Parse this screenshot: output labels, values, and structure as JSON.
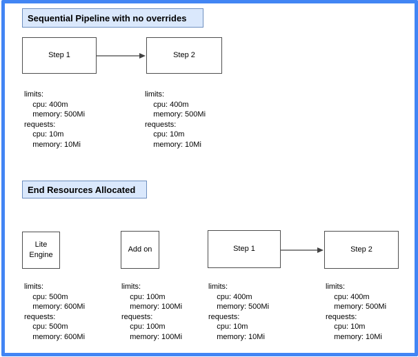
{
  "top_section": {
    "title": "Sequential Pipeline with no overrides",
    "nodes": {
      "step1": "Step 1",
      "step2": "Step 2"
    },
    "resources": {
      "step1": "limits:\n    cpu: 400m\n    memory: 500Mi\nrequests:\n    cpu: 10m\n    memory: 10Mi",
      "step2": "limits:\n    cpu: 400m\n    memory: 500Mi\nrequests:\n    cpu: 10m\n    memory: 10Mi"
    }
  },
  "bottom_section": {
    "title": "End Resources Allocated",
    "nodes": {
      "lite_engine": "Lite\nEngine",
      "add_on": "Add on",
      "step1": "Step 1",
      "step2": "Step 2"
    },
    "resources": {
      "lite_engine": "limits:\n    cpu: 500m\n    memory: 600Mi\nrequests:\n    cpu: 500m\n    memory: 600Mi",
      "add_on": "limits:\n    cpu: 100m\n    memory: 100Mi\nrequests:\n    cpu: 100m\n    memory: 100Mi",
      "step1": "limits:\n    cpu: 400m\n    memory: 500Mi\nrequests:\n    cpu: 10m\n    memory: 10Mi",
      "step2": "limits:\n    cpu: 400m\n    memory: 500Mi\nrequests:\n    cpu: 10m\n    memory: 10Mi"
    }
  },
  "colors": {
    "frame_border": "#4285f4",
    "title_fill": "#dae8fc",
    "title_border": "#6c8ebf",
    "node_border": "#4d4d4d",
    "arrow": "#424242"
  }
}
